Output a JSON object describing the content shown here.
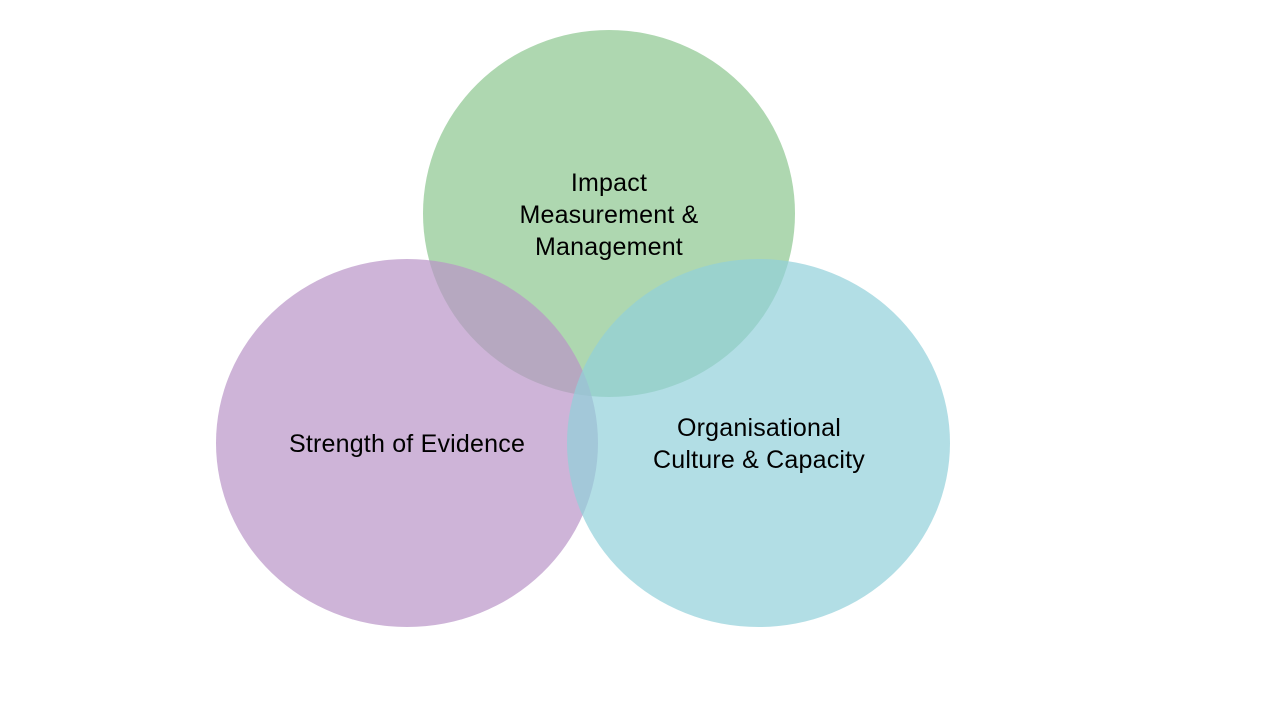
{
  "colors": {
    "background": "#ffffff",
    "impact_circle": "#8cc68e",
    "evidence_circle": "#b994c7",
    "culture_circle": "#92d0da",
    "text": "#000000"
  },
  "circles": [
    {
      "id": "impact",
      "label_lines": [
        "Impact",
        "Measurement &",
        "Management"
      ],
      "color": "#8cc68e"
    },
    {
      "id": "evidence",
      "label_lines": [
        "Strength of Evidence"
      ],
      "color": "#b994c7"
    },
    {
      "id": "culture",
      "label_lines": [
        "Organisational",
        "Culture & Capacity"
      ],
      "color": "#92d0da"
    }
  ]
}
